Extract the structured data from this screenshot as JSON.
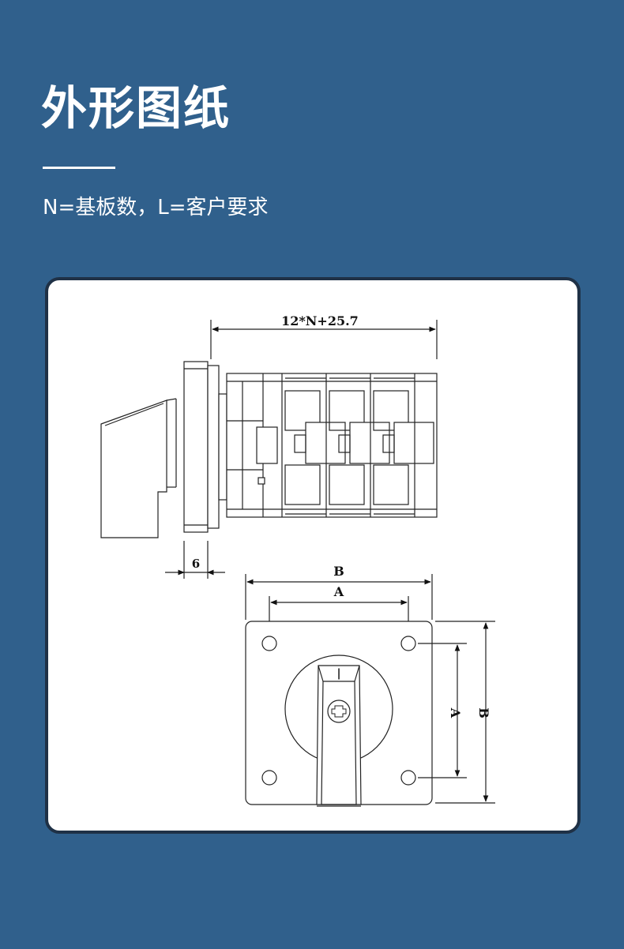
{
  "header": {
    "title": "外形图纸",
    "subtitle": "N=基板数，L=客户要求"
  },
  "drawing": {
    "side_view": {
      "length_label": "12*N+25.7",
      "panel_label": "6"
    },
    "front_view": {
      "outer_width_label": "B",
      "hole_width_label": "A",
      "hole_height_label": "A",
      "outer_height_label": "B",
      "handle_mark": "|"
    }
  },
  "colors": {
    "background": "#30608c",
    "card_border": "#1f3146",
    "line": "#222222"
  }
}
